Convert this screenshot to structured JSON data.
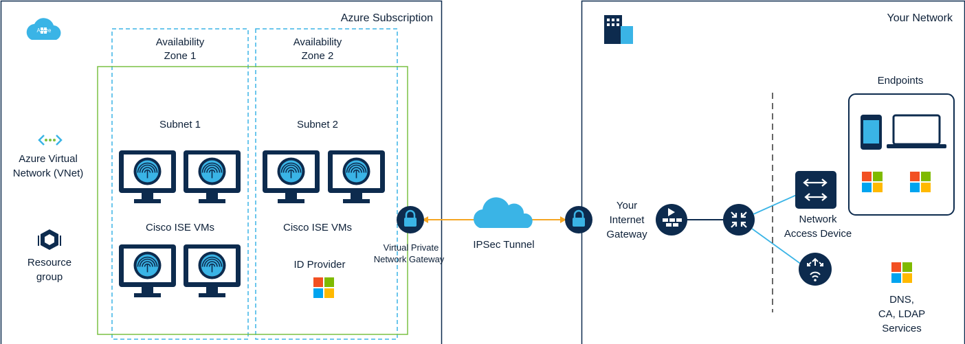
{
  "azure_panel": {
    "title": "Azure Subscription",
    "cloud_badge": "Azure",
    "zone1_label": "Availability Zone 1",
    "zone1_line1": "Availability",
    "zone1_line2": "Zone 1",
    "zone2_line1": "Availability",
    "zone2_line2": "Zone 2",
    "subnet1": "Subnet 1",
    "subnet2": "Subnet 2",
    "ise_vms_1": "Cisco ISE VMs",
    "ise_vms_2": "Cisco ISE VMs",
    "id_provider": "ID Provider",
    "vnet_line1": "Azure Virtual",
    "vnet_line2": "Network (VNet)",
    "rg_line1": "Resource",
    "rg_line2": "group",
    "vpn_gw_line1": "Virtual Private",
    "vpn_gw_line2": "Network Gateway"
  },
  "middle": {
    "tunnel_label": "IPSec Tunnel"
  },
  "network_panel": {
    "title": "Your Network",
    "gateway_line1": "Your",
    "gateway_line2": "Internet",
    "gateway_line3": "Gateway",
    "endpoints": "Endpoints",
    "nad_line1": "Network",
    "nad_line2": "Access Device",
    "dns_line1": "DNS,",
    "dns_line2": "CA, LDAP",
    "dns_line3": "Services"
  },
  "colors": {
    "navy": "#0d2b4e",
    "cyan": "#3ab4e6",
    "green": "#7ac143",
    "orange": "#f5a623",
    "ms_red": "#f25022",
    "ms_green": "#7fba00",
    "ms_blue": "#00a4ef",
    "ms_yellow": "#ffb900"
  }
}
